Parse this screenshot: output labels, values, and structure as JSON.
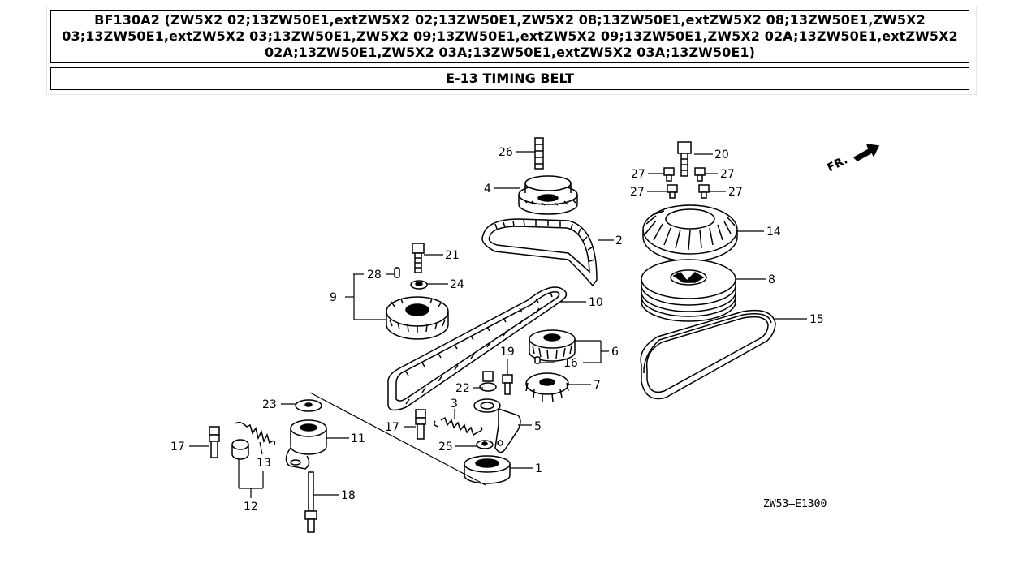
{
  "header": {
    "title": "BF130A2 (ZW5X2 02;13ZW50E1,extZW5X2 02;13ZW50E1,ZW5X2 08;13ZW50E1,extZW5X2 08;13ZW50E1,ZW5X2 03;13ZW50E1,extZW5X2 03;13ZW50E1,ZW5X2 09;13ZW50E1,extZW5X2 09;13ZW50E1,ZW5X2 02A;13ZW50E1,extZW5X2 02A;13ZW50E1,ZW5X2 03A;13ZW50E1,extZW5X2 03A;13ZW50E1)",
    "section": "E-13 TIMING BELT"
  },
  "diagram": {
    "callouts": {
      "c1": "1",
      "c2": "2",
      "c3": "3",
      "c4": "4",
      "c5": "5",
      "c6": "6",
      "c7": "7",
      "c8": "8",
      "c9": "9",
      "c10": "10",
      "c11": "11",
      "c12": "12",
      "c13": "13",
      "c14": "14",
      "c15": "15",
      "c16": "16",
      "c17a": "17",
      "c17b": "17",
      "c18": "18",
      "c19": "19",
      "c20": "20",
      "c21": "21",
      "c22": "22",
      "c23": "23",
      "c24": "24",
      "c25": "25",
      "c26": "26",
      "c27a": "27",
      "c27b": "27",
      "c27c": "27",
      "c27d": "27",
      "c28": "28"
    },
    "front_label": "FR.",
    "code": "ZW53—E1300",
    "icons": {
      "front": "arrow-icon"
    }
  }
}
